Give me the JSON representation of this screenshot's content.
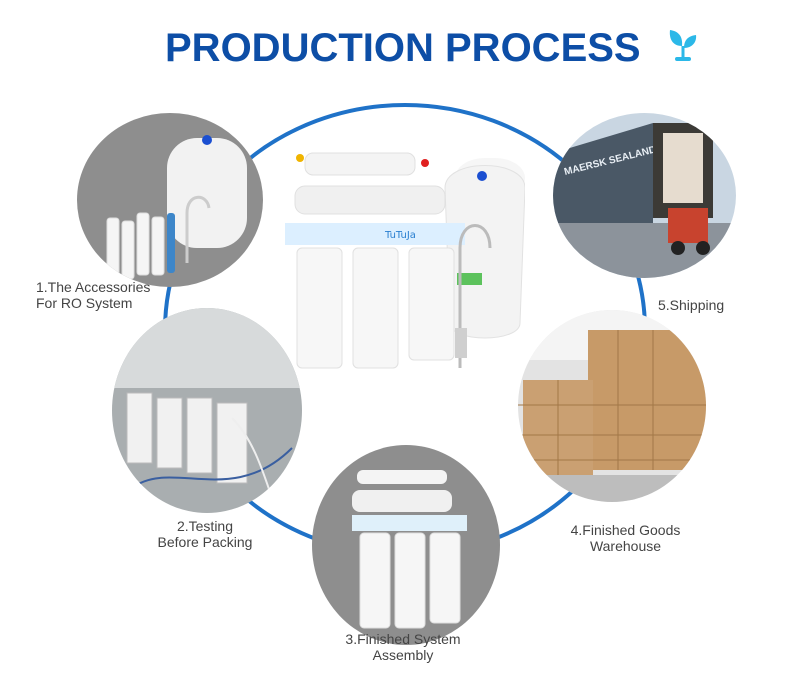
{
  "header": {
    "title": "PRODUCTION PROCESS",
    "icon": "sprout-icon"
  },
  "colors": {
    "title": "#0d4ea6",
    "connector": "#1f72c8",
    "circle": "#8e8e8e",
    "icon": "#2bb8e8"
  },
  "steps": [
    {
      "line1": "1.The  Accessories",
      "line2": "For RO System"
    },
    {
      "line1": "2.Testing",
      "line2": "Before Packing"
    },
    {
      "line1": "3.Finished System",
      "line2": "Assembly"
    },
    {
      "line1": "4.Finished Goods",
      "line2": "Warehouse"
    },
    {
      "line1": "5.Shipping"
    }
  ],
  "product": {
    "brand_text": "TuTuJa",
    "container_text": "MAERSK SEALAND"
  }
}
